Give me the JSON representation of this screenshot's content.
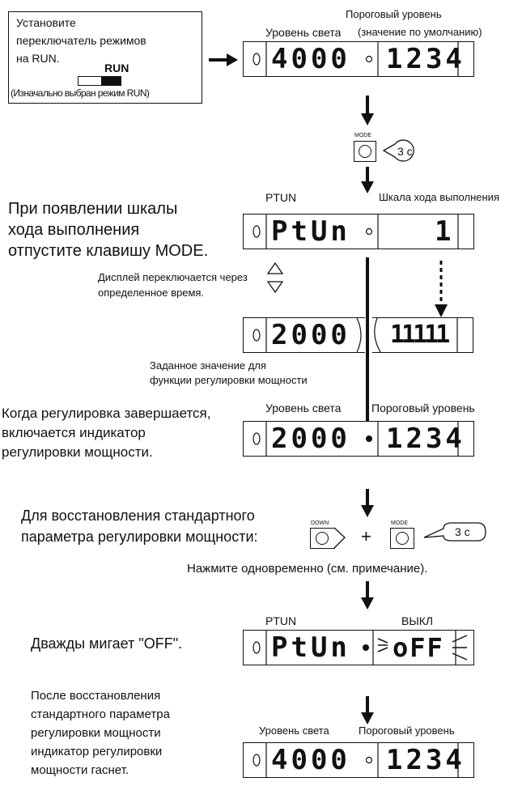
{
  "step1": {
    "instruction_lines": [
      "Установите",
      "переключатель режимов",
      "на RUN."
    ],
    "switch_label": "RUN",
    "default_note": "(Изначально выбран режим RUN)",
    "light_level_label": "Уровень света",
    "threshold_label_lines": [
      "Пороговый уровень",
      "(значение по умолчанию)"
    ],
    "display_left": "4000",
    "display_right": "1234"
  },
  "mode_button_1": {
    "key_label": "MODE",
    "duration": "3 с"
  },
  "step2": {
    "ptun_label": "PTUN",
    "progress_label": "Шкала хода выполнения",
    "instruction_lines": [
      "При появлении шкалы",
      "хода выполнения",
      "отпустите клавишу MODE."
    ],
    "display_left": "PtUn",
    "display_right": "1"
  },
  "step3": {
    "switch_note_lines": [
      "Дисплей переключается через",
      "определенное время."
    ],
    "display_left": "2000",
    "display_right": "11111",
    "value_note_lines": [
      "Заданное значение для",
      "функции регулировки мощности"
    ]
  },
  "step4": {
    "instruction_lines": [
      "Когда регулировка завершается,",
      "включается индикатор",
      "регулировки мощности."
    ],
    "light_level_label": "Уровень света",
    "threshold_label": "Пороговый уровень",
    "display_left": "2000",
    "display_right": "1234"
  },
  "step5": {
    "instruction_lines": [
      "Для восстановления стандартного",
      "параметра регулировки мощности:"
    ],
    "down_key_label": "DOWN",
    "plus": "+",
    "mode_key_label": "MODE",
    "duration": "3 с",
    "press_note": "Нажмите одновременно (см. примечание)."
  },
  "step6": {
    "ptun_label": "PTUN",
    "off_label": "ВЫКЛ",
    "instruction": "Дважды мигает \"OFF\".",
    "display_left": "PtUn",
    "display_right": "oFF"
  },
  "step7": {
    "instruction_lines": [
      "После восстановления",
      "стандартного параметра",
      "регулировки мощности",
      "индикатор регулировки",
      "мощности гаснет."
    ],
    "light_level_label": "Уровень света",
    "threshold_label": "Пороговый уровень",
    "display_left": "4000",
    "display_right": "1234"
  }
}
